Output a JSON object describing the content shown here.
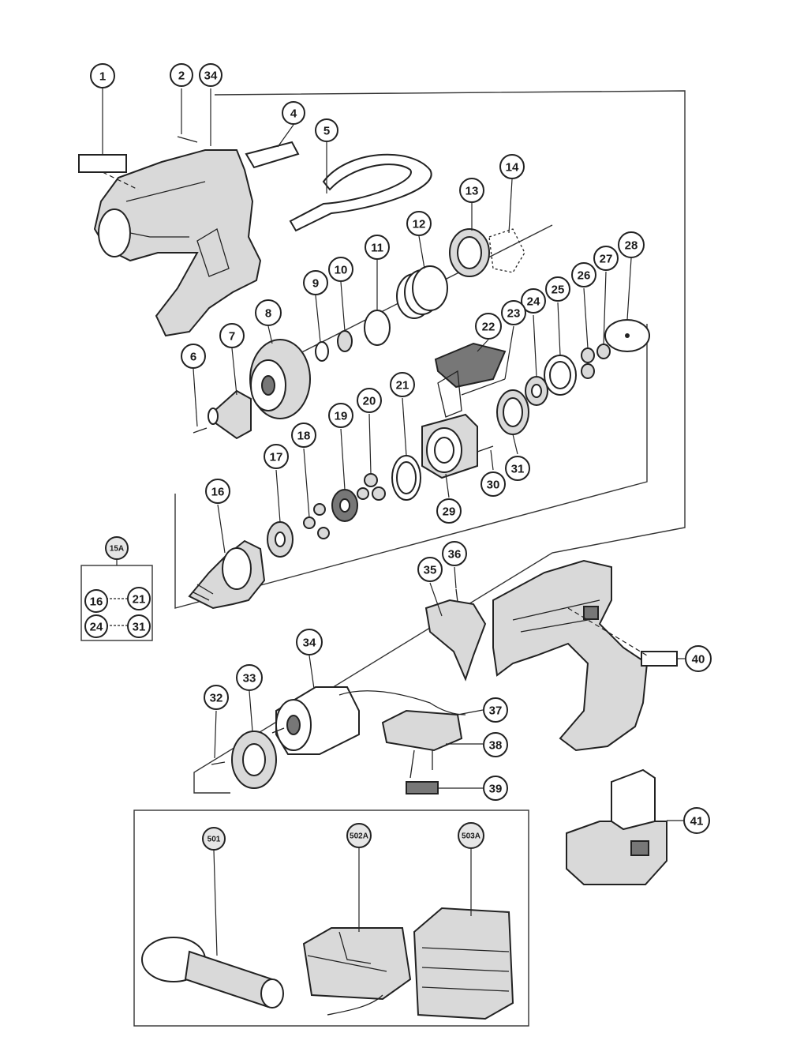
{
  "callouts": [
    {
      "id": "c1",
      "text": "1"
    },
    {
      "id": "c2",
      "text": "2"
    },
    {
      "id": "c34a",
      "text": "34"
    },
    {
      "id": "c4",
      "text": "4"
    },
    {
      "id": "c5",
      "text": "5"
    },
    {
      "id": "c14",
      "text": "14"
    },
    {
      "id": "c13",
      "text": "13"
    },
    {
      "id": "c12",
      "text": "12"
    },
    {
      "id": "c11",
      "text": "11"
    },
    {
      "id": "c10",
      "text": "10"
    },
    {
      "id": "c9",
      "text": "9"
    },
    {
      "id": "c8",
      "text": "8"
    },
    {
      "id": "c7",
      "text": "7"
    },
    {
      "id": "c6",
      "text": "6"
    },
    {
      "id": "c28",
      "text": "28"
    },
    {
      "id": "c27",
      "text": "27"
    },
    {
      "id": "c26",
      "text": "26"
    },
    {
      "id": "c25",
      "text": "25"
    },
    {
      "id": "c24",
      "text": "24"
    },
    {
      "id": "c23",
      "text": "23"
    },
    {
      "id": "c22",
      "text": "22"
    },
    {
      "id": "c21",
      "text": "21"
    },
    {
      "id": "c20",
      "text": "20"
    },
    {
      "id": "c19",
      "text": "19"
    },
    {
      "id": "c18",
      "text": "18"
    },
    {
      "id": "c17",
      "text": "17"
    },
    {
      "id": "c16",
      "text": "16"
    },
    {
      "id": "c29",
      "text": "29"
    },
    {
      "id": "c30",
      "text": "30"
    },
    {
      "id": "c31",
      "text": "31"
    },
    {
      "id": "c15A",
      "text": "15A"
    },
    {
      "id": "c35",
      "text": "35"
    },
    {
      "id": "c36",
      "text": "36"
    },
    {
      "id": "c40",
      "text": "40"
    },
    {
      "id": "c34b",
      "text": "34"
    },
    {
      "id": "c33",
      "text": "33"
    },
    {
      "id": "c32",
      "text": "32"
    },
    {
      "id": "c37",
      "text": "37"
    },
    {
      "id": "c38",
      "text": "38"
    },
    {
      "id": "c39",
      "text": "39"
    },
    {
      "id": "c41",
      "text": "41"
    },
    {
      "id": "c501",
      "text": "501"
    },
    {
      "id": "c502A",
      "text": "502A"
    },
    {
      "id": "c503A",
      "text": "503A"
    }
  ],
  "kit_box": [
    {
      "id": "k16",
      "text": "16"
    },
    {
      "id": "k21",
      "text": "21"
    },
    {
      "id": "k24",
      "text": "24"
    },
    {
      "id": "k31",
      "text": "31"
    }
  ]
}
